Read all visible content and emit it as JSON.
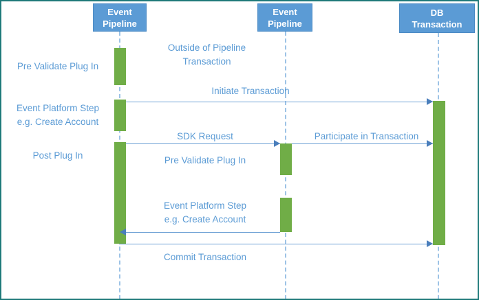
{
  "diagram": {
    "type": "sequence-diagram",
    "border_color": "#1F7A7A",
    "colors": {
      "header_fill": "#5B9BD5",
      "activation_fill": "#70AD47",
      "line": "#6B9FD4",
      "text": "#5B9BD5",
      "lifeline": "#9DC3E6"
    },
    "lifelines": [
      {
        "id": "pipeline-left",
        "title_line1": "Event",
        "title_line2": "Pipeline"
      },
      {
        "id": "pipeline-middle",
        "title_line1": "Event",
        "title_line2": "Pipeline"
      },
      {
        "id": "db-transaction",
        "title_line1": "DB",
        "title_line2": "Transaction"
      }
    ],
    "side_labels": [
      {
        "id": "pre-validate-plug-in",
        "text": "Pre Validate Plug In"
      },
      {
        "id": "event-platform-step",
        "text": "Event Platform Step\ne.g. Create Account"
      },
      {
        "id": "post-plug-in",
        "text": "Post Plug In"
      }
    ],
    "messages": [
      {
        "id": "outside-of-pipeline-transaction",
        "text": "Outside of Pipeline\nTransaction"
      },
      {
        "id": "initiate-transaction",
        "text": "Initiate Transaction"
      },
      {
        "id": "sdk-request",
        "text": "SDK Request"
      },
      {
        "id": "participate-in-transaction",
        "text": "Participate in Transaction"
      },
      {
        "id": "pre-validate-plug-in-middle",
        "text": "Pre Validate Plug In"
      },
      {
        "id": "event-platform-step-middle",
        "text": "Event Platform Step\ne.g. Create Account"
      },
      {
        "id": "commit-transaction",
        "text": "Commit Transaction"
      }
    ]
  }
}
